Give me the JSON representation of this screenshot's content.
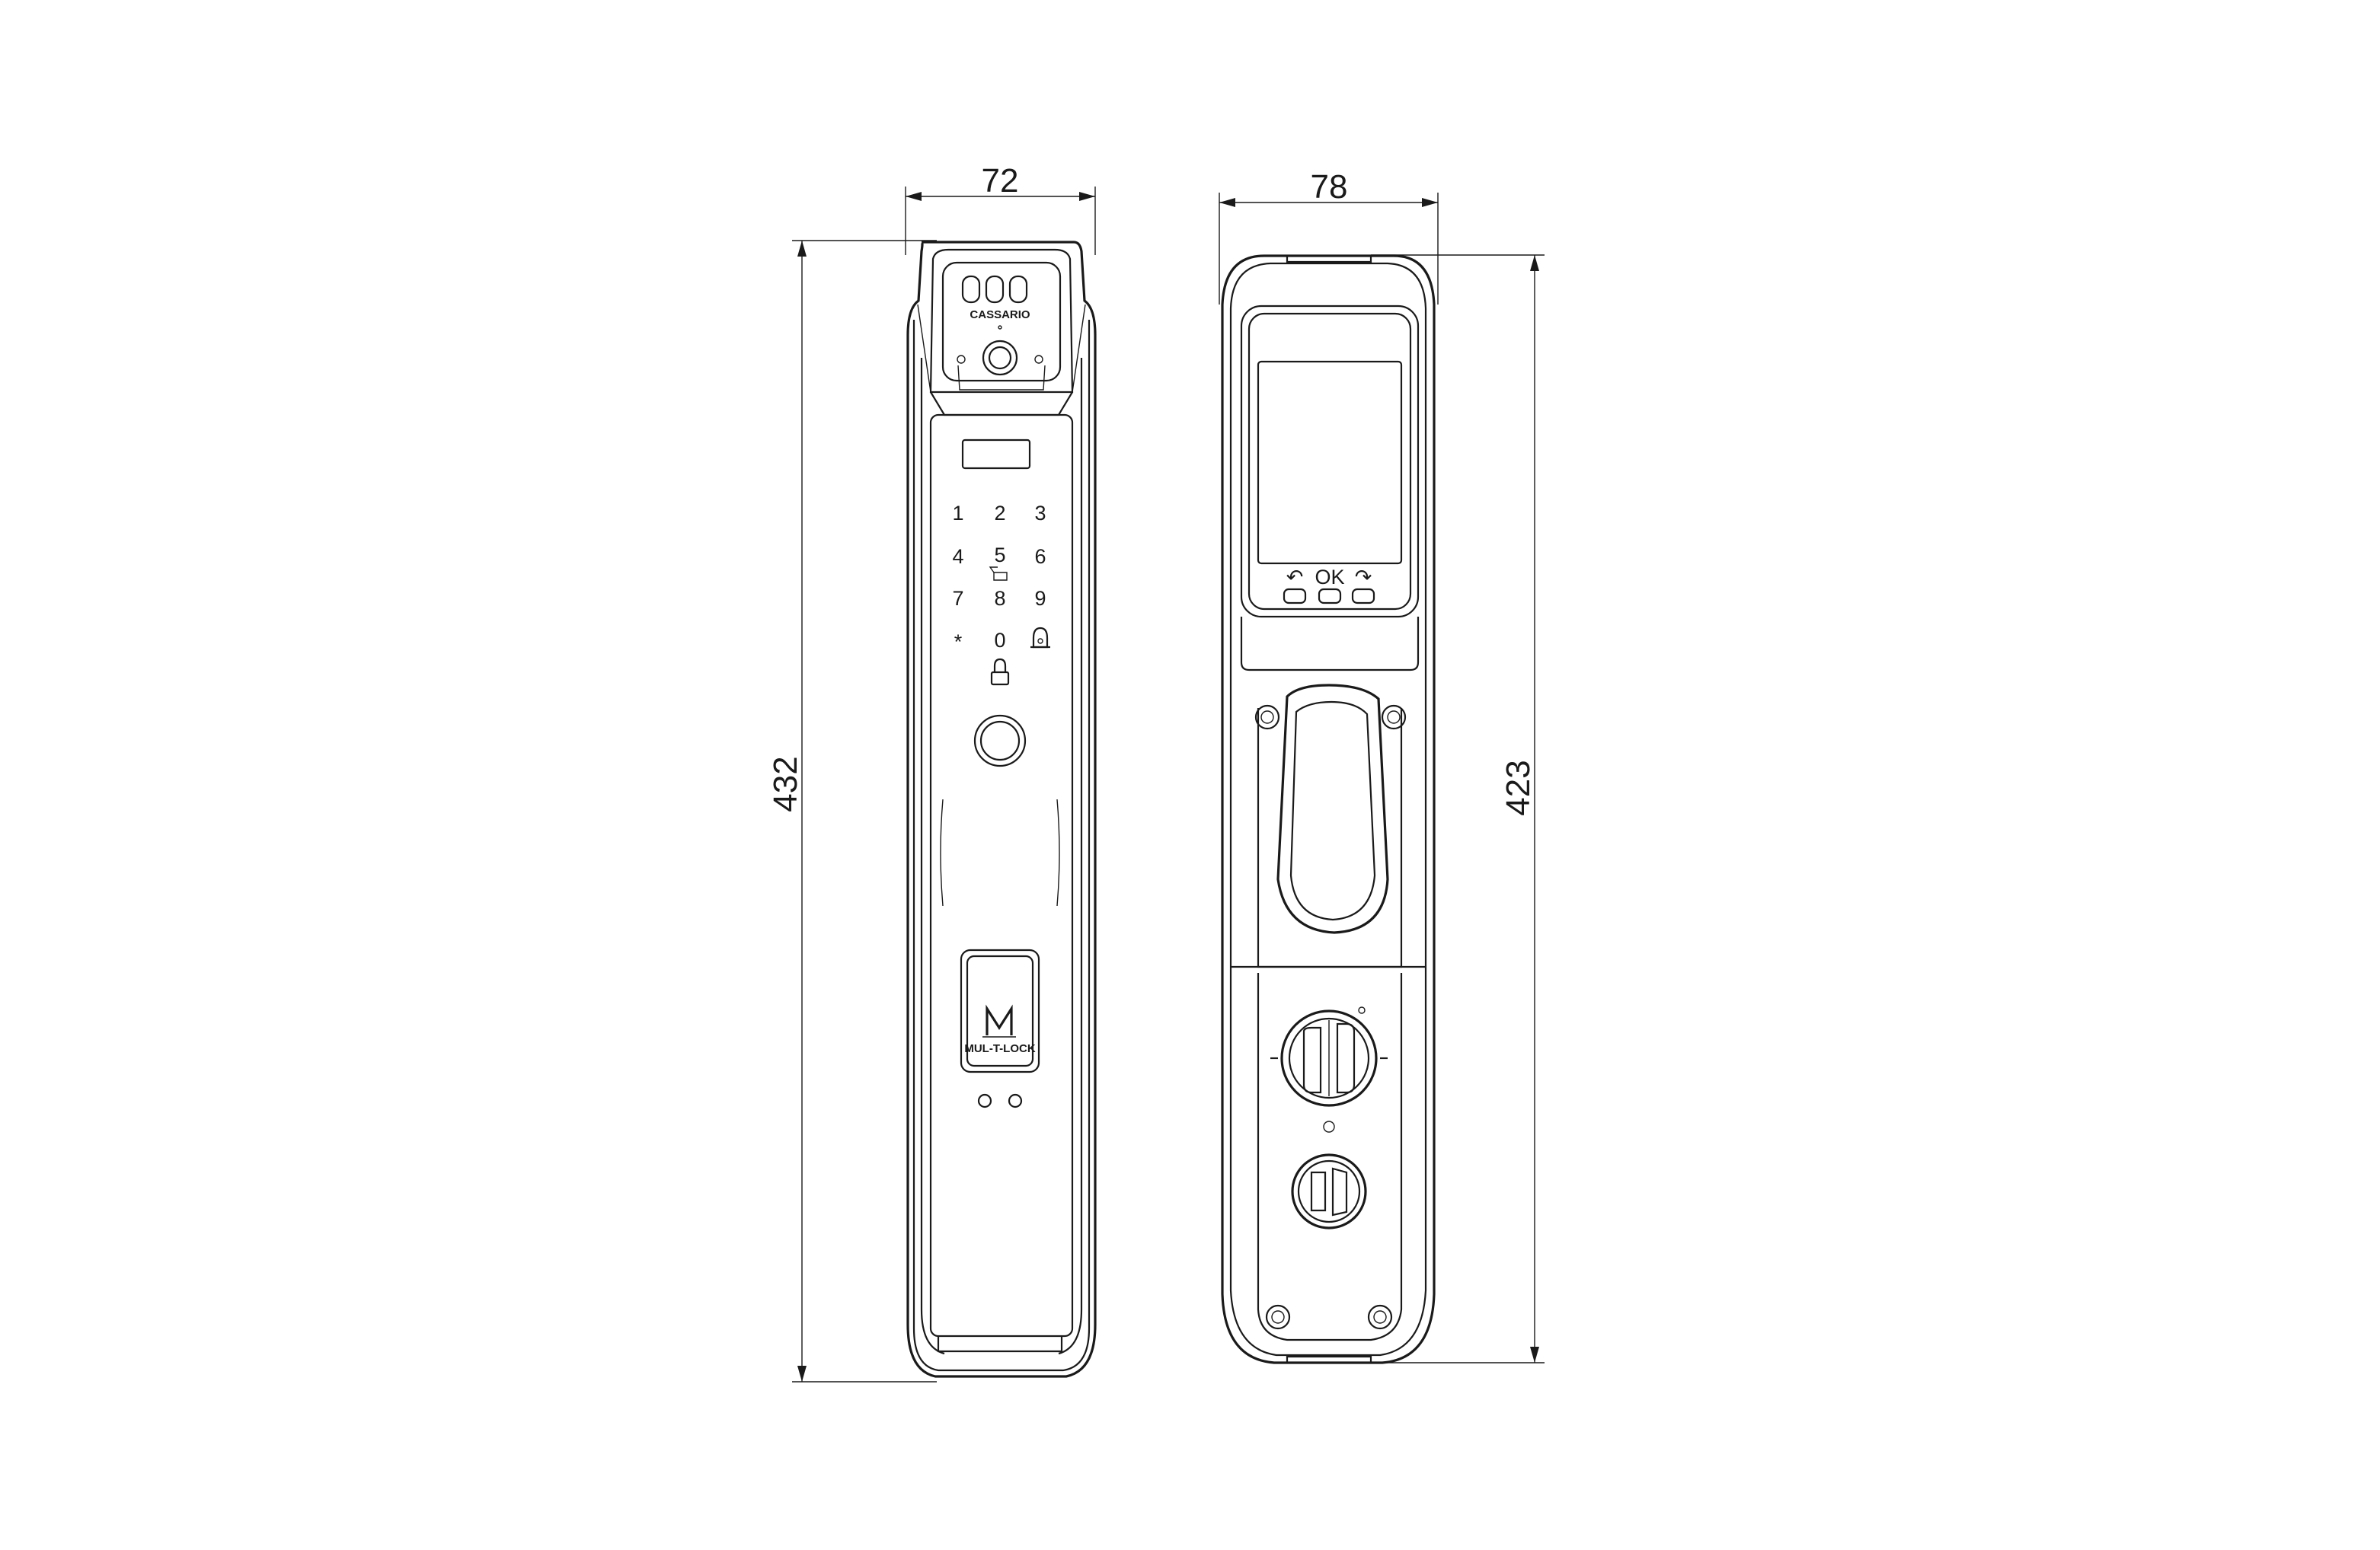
{
  "dimensions": {
    "front_width": "72",
    "front_height": "432",
    "back_width": "78",
    "back_height": "423"
  },
  "front_panel": {
    "brand_top": "CASSARIO",
    "keypad": [
      "1",
      "2",
      "3",
      "4",
      "5",
      "6",
      "7",
      "8",
      "9",
      "*",
      "0"
    ],
    "logo_text": "MUL-T-LOCK",
    "icons": [
      "camera-icon",
      "back-arrow-icon",
      "bell-icon",
      "lock-icon",
      "fingerprint-icon"
    ]
  },
  "back_panel": {
    "screen_buttons": [
      "↶",
      "OK",
      "↷"
    ],
    "icons": [
      "handle-icon",
      "thumb-turn-icon",
      "knob-icon",
      "screw-icon"
    ]
  }
}
